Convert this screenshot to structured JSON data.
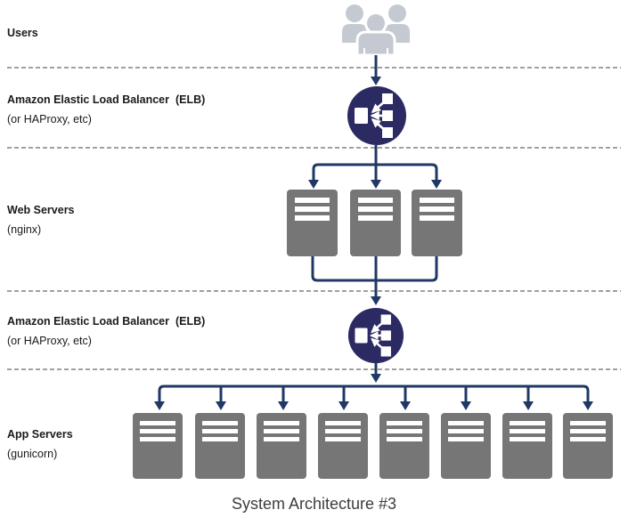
{
  "title": "System Architecture #3",
  "tiers": [
    {
      "id": "users",
      "label": "Users",
      "sublabel": ""
    },
    {
      "id": "elb-1",
      "label": "Amazon Elastic Load Balancer  (ELB)",
      "sublabel": "(or HAProxy, etc)"
    },
    {
      "id": "web-servers",
      "label": "Web Servers",
      "sublabel": "(nginx)"
    },
    {
      "id": "elb-2",
      "label": "Amazon Elastic Load Balancer  (ELB)",
      "sublabel": "(or HAProxy, etc)"
    },
    {
      "id": "app-servers",
      "label": "App Servers",
      "sublabel": "(gunicorn)"
    }
  ],
  "counts": {
    "web_servers": 3,
    "app_servers": 8
  },
  "icons": {
    "users": "users-group-icon",
    "load_balancer": "load-balancer-icon",
    "server": "server-icon"
  },
  "theme": {
    "navy": "#1f3864",
    "elb-navy": "#2b2a63",
    "server-gray": "#767676",
    "users-gray": "#c5c9d1",
    "separator-gray": "#8f8f8f",
    "label-color": "#1a1a1a",
    "title-color": "#3d3d3d",
    "background": "#ffffff"
  }
}
